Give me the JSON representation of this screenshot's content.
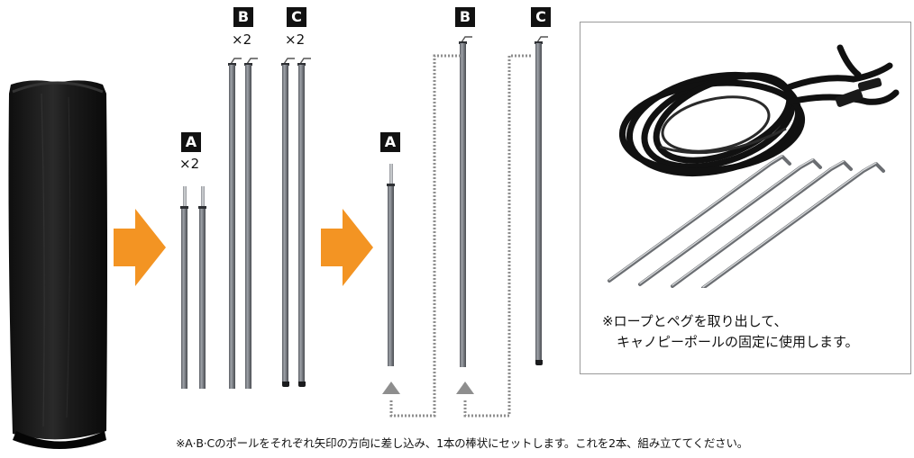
{
  "labels": {
    "a": "A",
    "b": "B",
    "c": "C"
  },
  "quantities": {
    "a": "×2",
    "b": "×2",
    "c": "×2"
  },
  "panel_note": {
    "line1": "※ロープとペグを取り出して、",
    "line2": "キャノピーポールの固定に使用します。"
  },
  "footer_note": "※A·B·Cのポールをそれぞれ矢印の方向に差し込み、1本の棒状にセットします。これを2本、組み立ててください。",
  "colors": {
    "arrow": "#f39423",
    "bag": "#1a1a1a",
    "pole": "#7a7d82",
    "tag_bg": "#111111"
  },
  "icons": {
    "arrow_1": "right-arrow-icon",
    "arrow_2": "right-arrow-icon",
    "up_arrow": "up-arrow-icon"
  }
}
